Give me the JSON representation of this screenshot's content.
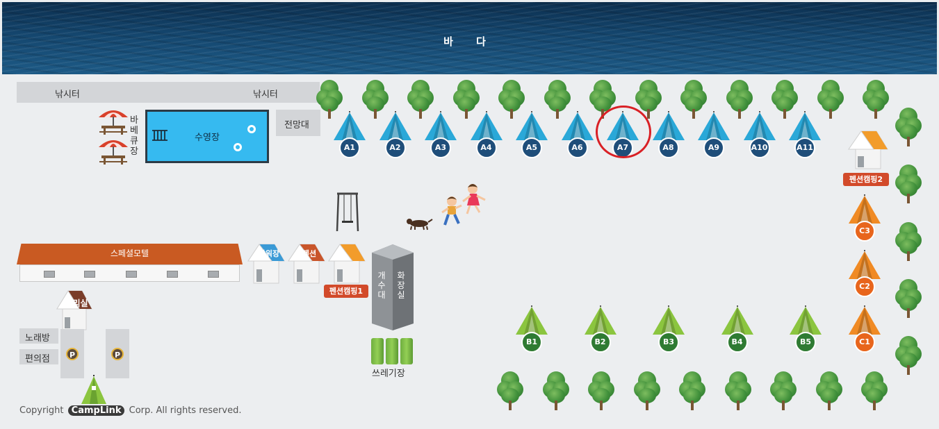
{
  "sea": {
    "label": "바 다"
  },
  "top_bars": {
    "fishing_left": "낚시터",
    "fishing_right": "낚시터"
  },
  "observatory": "전망대",
  "bbq": {
    "label_chars": [
      "바",
      "베",
      "큐",
      "장"
    ]
  },
  "pool": {
    "label": "수영장"
  },
  "colors": {
    "tent_a": "#2aa8d8",
    "tent_b": "#8bc53f",
    "tent_c": "#f08a24",
    "badge_a": "#1f4e7a",
    "badge_b": "#2f7b33",
    "badge_c": "#e8651c",
    "highlight_circle": "#d92025"
  },
  "sites_a": [
    "A1",
    "A2",
    "A3",
    "A4",
    "A5",
    "A6",
    "A7",
    "A8",
    "A9",
    "A10",
    "A11"
  ],
  "sites_b": [
    "B1",
    "B2",
    "B3",
    "B4",
    "B5"
  ],
  "sites_c": [
    "C3",
    "C2",
    "C1"
  ],
  "selected_site": "A7",
  "buildings": {
    "motel": "스페셜모텔",
    "shower": "샤워장",
    "pension": "펜션",
    "pension_camping_1": "펜션캠핑1",
    "pension_camping_2": "펜션캠핑2",
    "office": "관리실",
    "karaoke": "노래방",
    "convenience": "편의점",
    "kitchen_chars": [
      "개",
      "수",
      "대"
    ],
    "toilet_chars": [
      "화",
      "장",
      "실"
    ],
    "trash": "쓰레기장"
  },
  "parking_badge": "P",
  "icons": [
    "sea-image",
    "parasol-table-icon",
    "ladder-icon",
    "life-ring-icon",
    "tree-icon",
    "tent-icon",
    "house-icon",
    "swing-icon",
    "kids-icon",
    "dog-icon",
    "parking-icon",
    "trash-can-icon",
    "logo-tent-icon"
  ],
  "footer": {
    "prefix": "Copyright",
    "brand": "CampLink",
    "suffix": "Corp. All rights reserved."
  }
}
